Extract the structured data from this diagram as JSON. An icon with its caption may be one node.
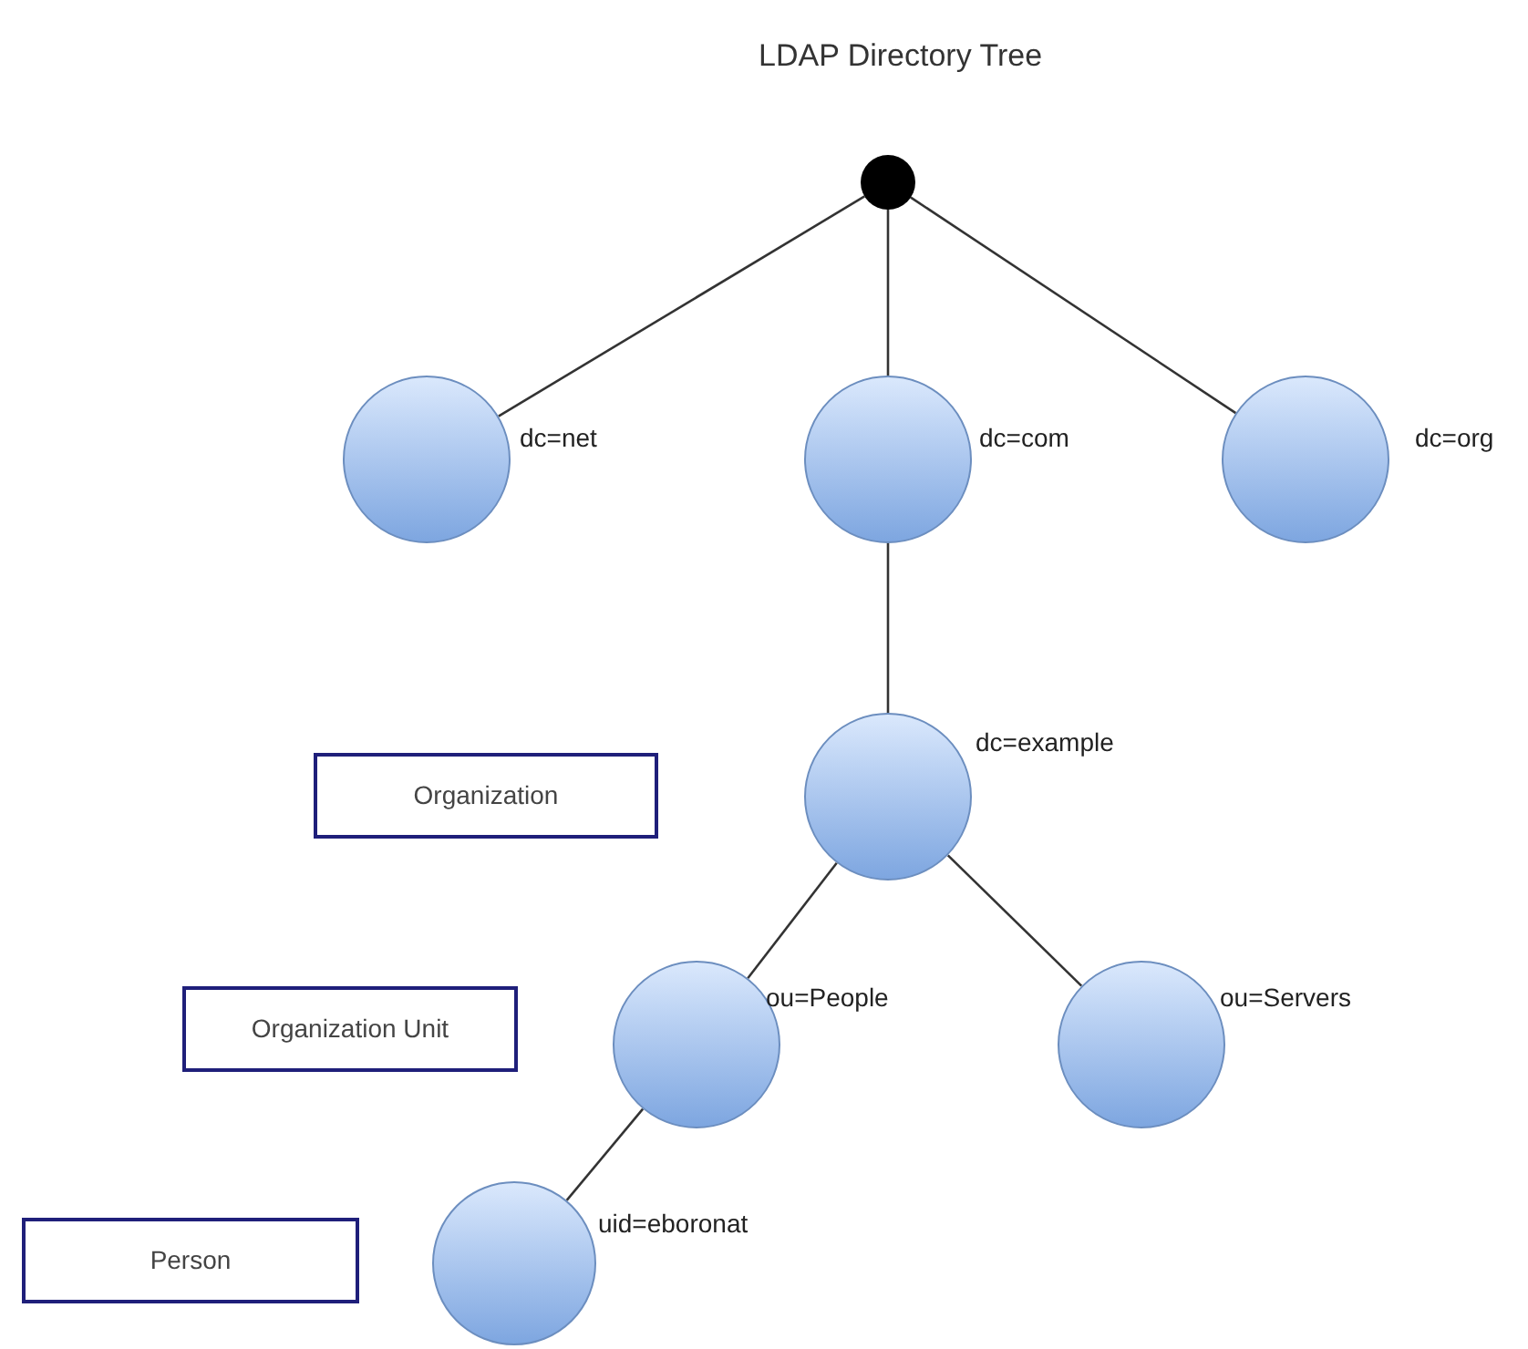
{
  "diagram": {
    "title": "LDAP Directory Tree",
    "nodes": [
      {
        "text": [],
        "shape": "circle"
      },
      {
        "text": [
          "dc=net"
        ]
      },
      {
        "text": [
          "dc=com"
        ]
      },
      {
        "text": [
          "dc=org"
        ]
      },
      {
        "text": [
          "Organization"
        ]
      },
      {
        "text": [
          "dc=example"
        ]
      },
      {
        "text": [
          "Organization Unit"
        ]
      },
      {
        "text": [
          "ou=People"
        ]
      },
      {
        "text": [
          "ou=Servers"
        ]
      },
      {
        "text": [
          "Person"
        ]
      },
      {
        "text": [
          "uid=eboronat"
        ]
      }
    ],
    "edges": [
      {
        "from": 0,
        "to": 1,
        "arrow": "none"
      },
      {
        "from": 0,
        "to": 2,
        "arrow": "none"
      },
      {
        "from": 0,
        "to": 3,
        "arrow": "none"
      },
      {
        "from": 2,
        "to": 5,
        "arrow": "none"
      },
      {
        "from": 5,
        "to": 7,
        "arrow": "none"
      },
      {
        "from": 5,
        "to": 8,
        "arrow": "none"
      },
      {
        "from": 7,
        "to": 10,
        "arrow": "none"
      }
    ]
  }
}
